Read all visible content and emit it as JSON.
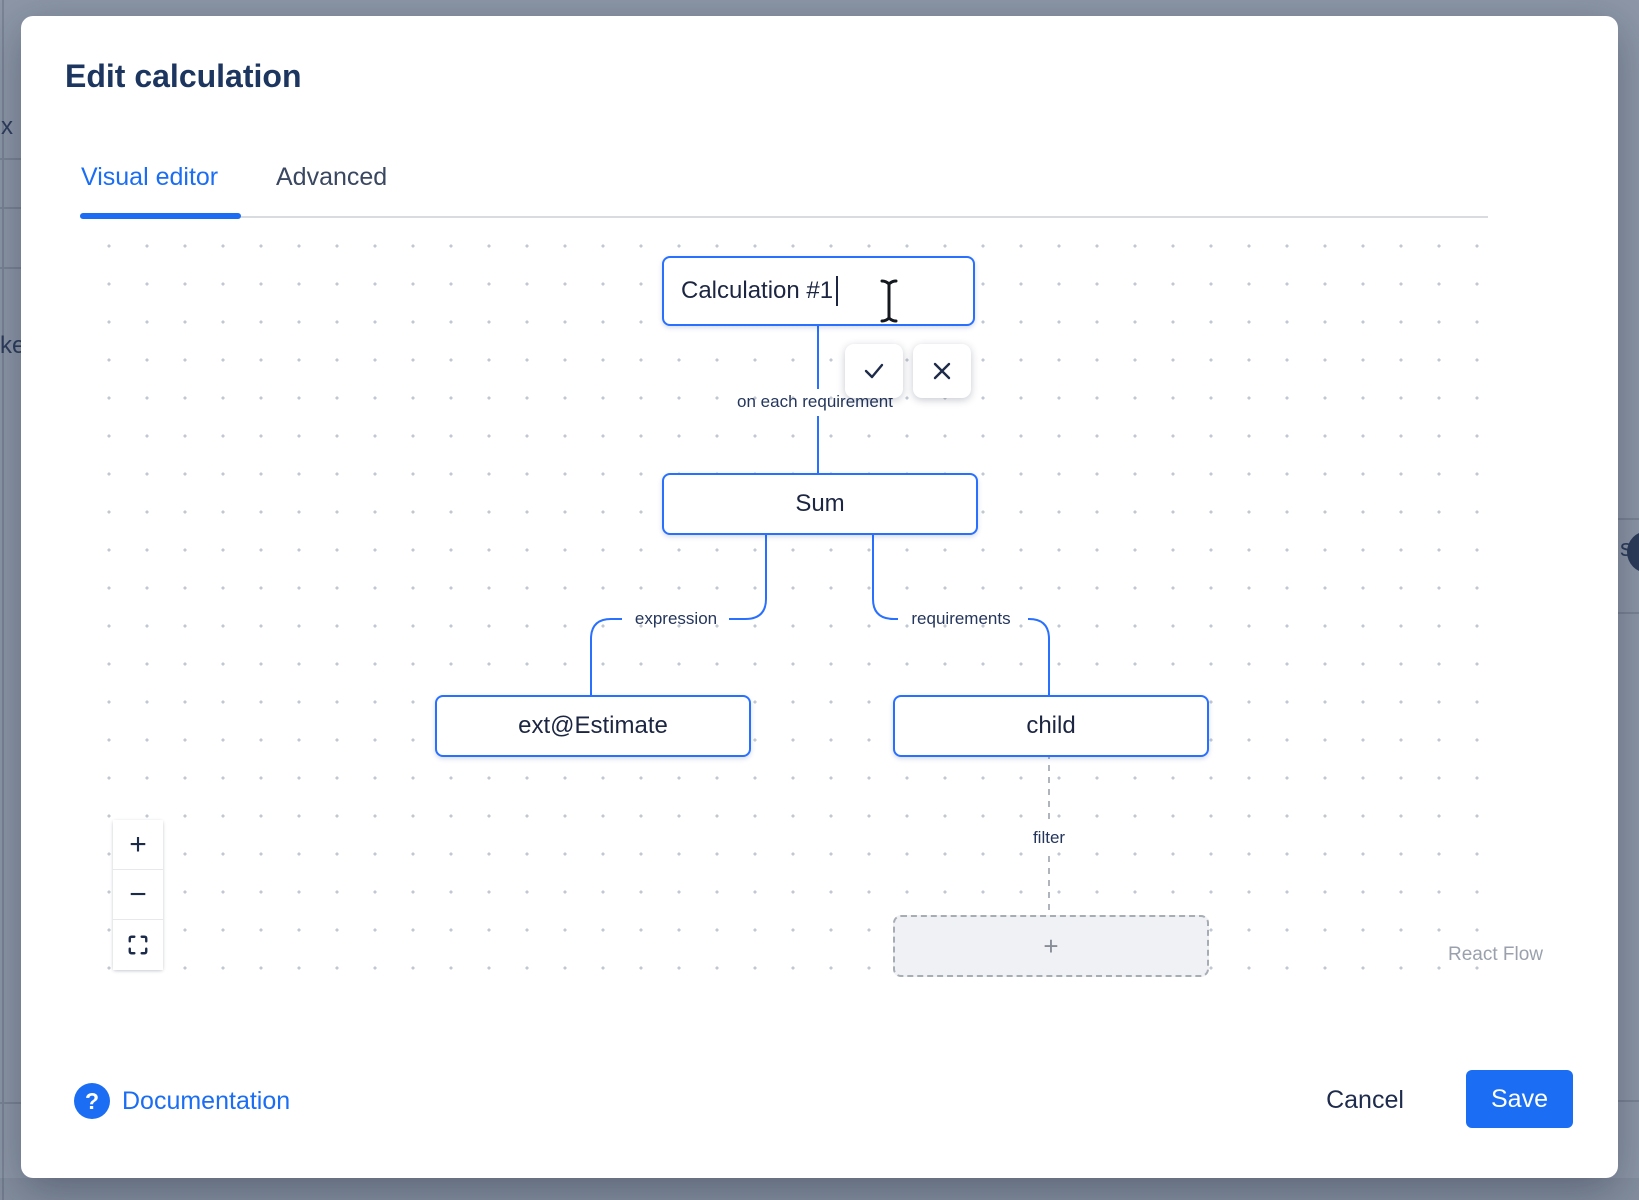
{
  "dialog": {
    "title": "Edit calculation",
    "tabs": [
      {
        "label": "Visual editor",
        "active": true
      },
      {
        "label": "Advanced",
        "active": false
      }
    ]
  },
  "flow": {
    "name_input_value": "Calculation #1",
    "nodes": {
      "sum": "Sum",
      "estimate": "ext@Estimate",
      "child": "child",
      "placeholder_plus": "+"
    },
    "edge_labels": {
      "on_each": "on each requirement",
      "expression": "expression",
      "requirements": "requirements",
      "filter": "filter"
    },
    "controls": {
      "zoom_in": "+",
      "zoom_out": "−"
    },
    "attribution": "React Flow"
  },
  "footer": {
    "help_glyph": "?",
    "documentation": "Documentation",
    "cancel": "Cancel",
    "save": "Save"
  },
  "background": {
    "clipped_text_1": "x",
    "clipped_text_2": "ke",
    "clipped_text_3": "s"
  },
  "colors": {
    "accent_blue": "#1b6ef3",
    "node_border_blue": "#2970ff",
    "title_navy": "#1d3660",
    "backdrop": "#8d97a7",
    "placeholder_bg": "#f0f1f4"
  }
}
